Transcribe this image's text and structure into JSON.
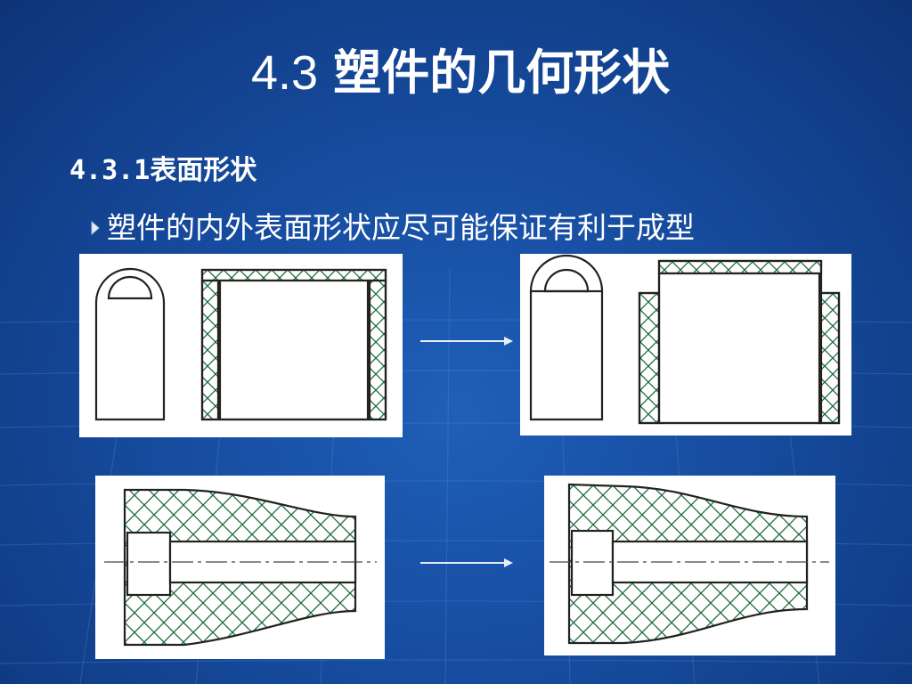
{
  "slide": {
    "title_number": "4.3",
    "title_text": "塑件的几何形状",
    "section_number": "4.3.1",
    "section_text": "表面形状",
    "bullet_text": "塑件的内外表面形状应尽可能保证有利于成型"
  },
  "icons": {
    "bullet": "triangle-bullet-icon",
    "arrow": "arrow-right-icon"
  },
  "colors": {
    "background": "#164c9f",
    "text": "#ffffff",
    "drawing_ink": "#222222",
    "hatch_ink": "#1a6b3a",
    "panel": "#ffffff"
  }
}
